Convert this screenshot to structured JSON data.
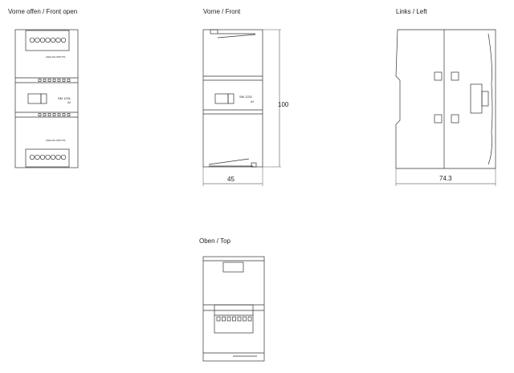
{
  "views": {
    "front_open": {
      "title": "Vorne offen / Front open",
      "module_name": "SM 1231",
      "module_type": "AI",
      "top_label": "ANALOG INPUTS",
      "bottom_label": "ANALOG INPUTS"
    },
    "front": {
      "title": "Vorne / Front",
      "module_name": "SM 1231",
      "module_type": "AI",
      "height_dim": "100",
      "width_dim": "45"
    },
    "left": {
      "title": "Links / Left",
      "depth_dim": "74.3"
    },
    "top": {
      "title": "Oben / Top"
    }
  }
}
